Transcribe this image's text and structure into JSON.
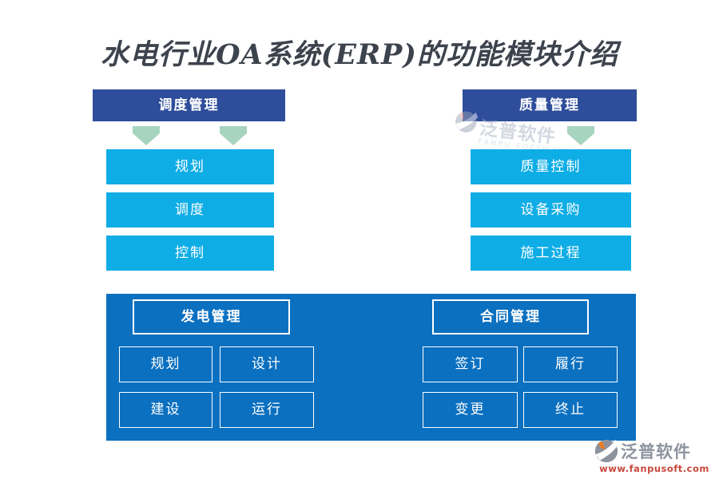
{
  "title": "水电行业OA系统(ERP)的功能模块介绍",
  "top_groups": [
    {
      "id": "dispatch",
      "header": "调度管理",
      "items": [
        "规划",
        "调度",
        "控制"
      ]
    },
    {
      "id": "quality",
      "header": "质量管理",
      "items": [
        "质量控制",
        "设备采购",
        "施工过程"
      ]
    }
  ],
  "bottom_groups": [
    {
      "id": "generation",
      "header": "发电管理",
      "items": [
        "规划",
        "设计",
        "建设",
        "运行"
      ]
    },
    {
      "id": "contract",
      "header": "合同管理",
      "items": [
        "签订",
        "履行",
        "变更",
        "终止"
      ]
    }
  ],
  "watermark": {
    "brand": "泛普软件",
    "brand_en": "FANPU SOFTWARE"
  },
  "footer_logo": {
    "brand": "泛普软件",
    "url": "www.fanpusoft.com"
  },
  "icons": [
    "down-arrow-icon",
    "fanpu-logo-icon"
  ],
  "colors": {
    "header_navy": "#2e4d9b",
    "item_cyan": "#0fade6",
    "panel_blue": "#0b70c0",
    "arrow_green": "#a7d4be",
    "title_text": "#3d434d",
    "logo_gray": "#8d939e",
    "logo_orange": "#ee7c1e",
    "url_red": "#c9473c",
    "text_white": "#ffffff"
  }
}
